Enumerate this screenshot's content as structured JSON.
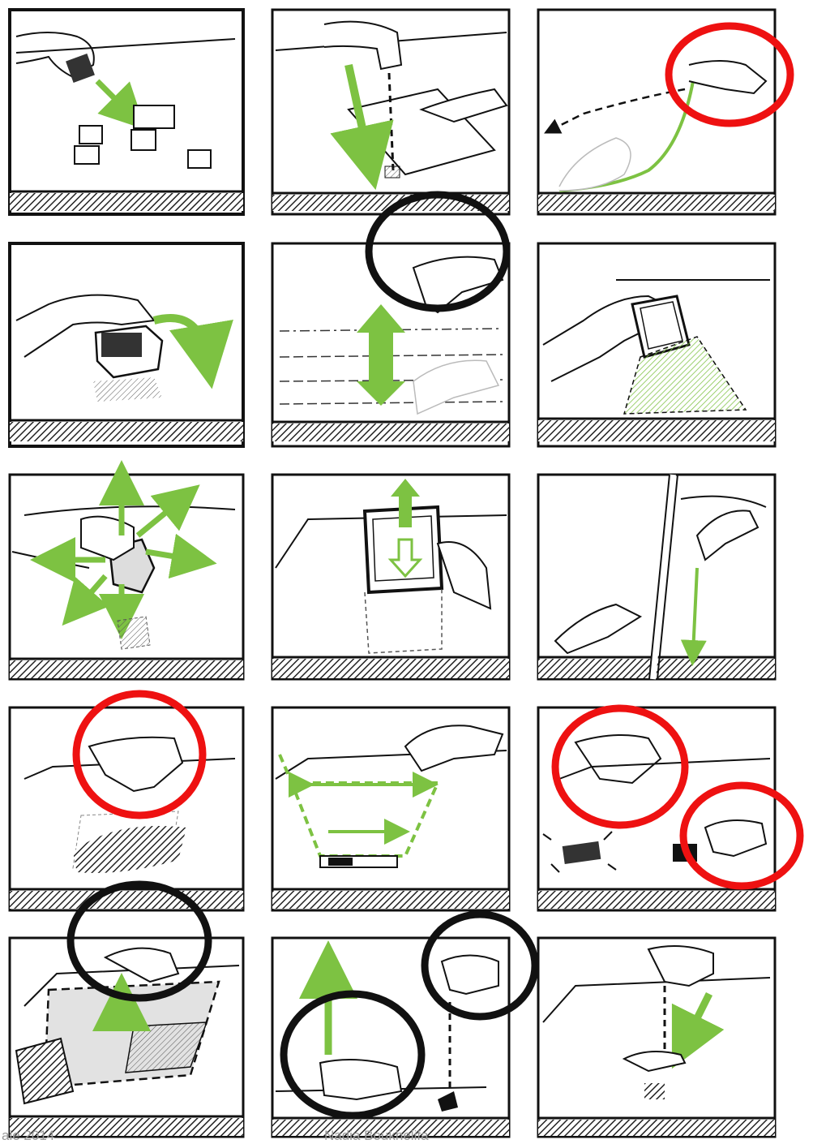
{
  "footer": {
    "left_text": "ale 2014",
    "right_text": "Nadia Boukhelifa"
  },
  "colors": {
    "accent_green": "#7dc242",
    "circle_red": "#ee1111",
    "circle_black": "#111111",
    "ink": "#1a1a1a",
    "paper": "#ffffff"
  },
  "grid": {
    "rows": 5,
    "columns": 3
  },
  "panels": [
    {
      "row": 1,
      "col": 1,
      "icon": "hand-placing-blocks-icon",
      "highlight": "none"
    },
    {
      "row": 1,
      "col": 2,
      "icon": "pen-through-tablet-icon",
      "highlight": "none"
    },
    {
      "row": 1,
      "col": 3,
      "icon": "hand-swipe-up-icon",
      "highlight": "red"
    },
    {
      "row": 2,
      "col": 1,
      "icon": "hand-flipping-box-icon",
      "highlight": "none"
    },
    {
      "row": 2,
      "col": 2,
      "icon": "pinch-height-adjust-icon",
      "highlight": "black"
    },
    {
      "row": 2,
      "col": 3,
      "icon": "phone-projection-icon",
      "highlight": "none"
    },
    {
      "row": 3,
      "col": 1,
      "icon": "cube-multidirectional-icon",
      "highlight": "none"
    },
    {
      "row": 3,
      "col": 2,
      "icon": "tablet-lift-icon",
      "highlight": "none"
    },
    {
      "row": 3,
      "col": 3,
      "icon": "split-surface-swipe-icon",
      "highlight": "none"
    },
    {
      "row": 4,
      "col": 1,
      "icon": "point-hatch-projection-icon",
      "highlight": "red"
    },
    {
      "row": 4,
      "col": 2,
      "icon": "stretch-trapezoid-icon",
      "highlight": "none"
    },
    {
      "row": 4,
      "col": 3,
      "icon": "double-tap-select-icon",
      "highlight": "red"
    },
    {
      "row": 5,
      "col": 1,
      "icon": "pinch-lift-layer-icon",
      "highlight": "black"
    },
    {
      "row": 5,
      "col": 2,
      "icon": "pinch-raise-pen-icon",
      "highlight": "black"
    },
    {
      "row": 5,
      "col": 3,
      "icon": "pen-drop-palm-icon",
      "highlight": "none"
    }
  ],
  "annotations": [
    {
      "panel": "1-3",
      "color": "red"
    },
    {
      "panel": "2-2",
      "color": "black"
    },
    {
      "panel": "4-1",
      "color": "red"
    },
    {
      "panel": "4-3",
      "color": "red"
    },
    {
      "panel": "4-3b",
      "color": "red"
    },
    {
      "panel": "5-1",
      "color": "black"
    },
    {
      "panel": "5-2a",
      "color": "black"
    },
    {
      "panel": "5-2b",
      "color": "black"
    }
  ]
}
